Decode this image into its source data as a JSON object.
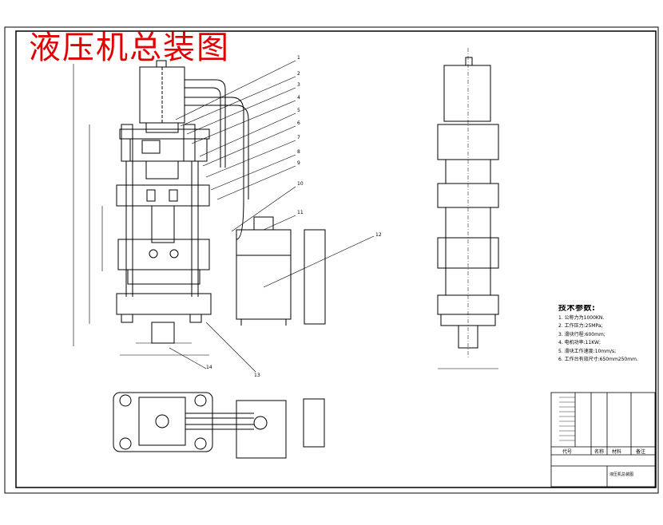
{
  "title": "液压机总装图",
  "part_numbers": [
    "1",
    "2",
    "3",
    "4",
    "5",
    "6",
    "7",
    "8",
    "9",
    "10",
    "11",
    "12",
    "13",
    "14"
  ],
  "tech_params": {
    "heading": "技术参数:",
    "items": [
      "1. 公称力为1000KN.",
      "2. 工作压力:25MPa;",
      "3. 滑块行程:600mm;",
      "4. 电机功率:11KW;",
      "5. 滑块工作速度:10mm/s;",
      "6. 工作台有效尺寸:650mm250mm."
    ]
  },
  "title_block": {
    "header_cells": [
      "代号",
      "名称",
      "材料",
      "备注"
    ],
    "drawing_name": "液压机总装图"
  }
}
